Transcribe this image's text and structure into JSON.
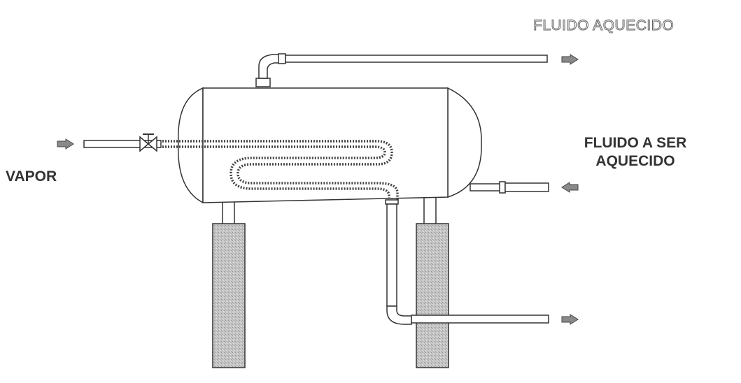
{
  "labels": {
    "heated_fluid": "FLUIDO AQUECIDO",
    "fluid_to_heat": "FLUIDO A SER AQUECIDO",
    "steam": "VAPOR"
  },
  "colors": {
    "line": "#333333",
    "arrow_fill": "#8a8a8a",
    "support_fill": "#b8b8b8",
    "pipe_fill": "#ffffff",
    "coil": "#444444"
  },
  "icons": {
    "arrow": "right-arrow-icon",
    "arrow_left": "left-arrow-icon",
    "valve": "valve-icon"
  }
}
